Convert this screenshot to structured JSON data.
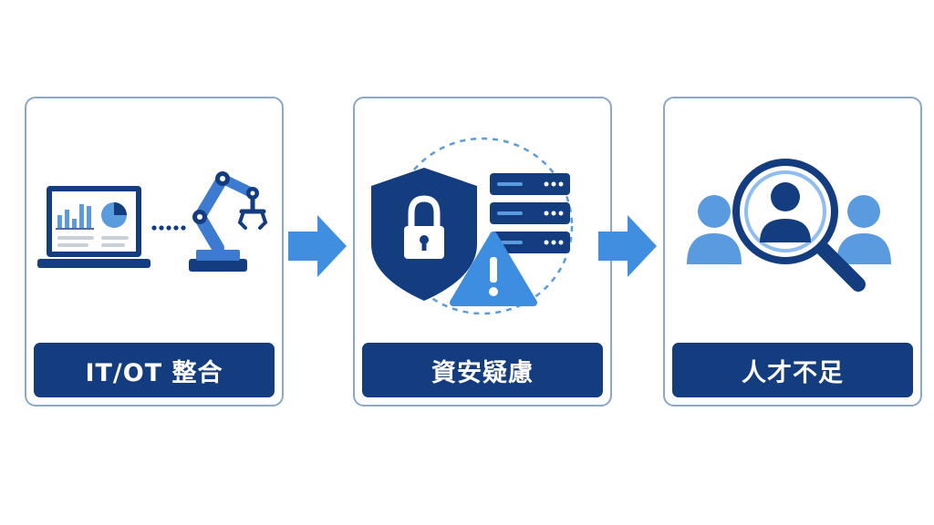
{
  "steps": [
    {
      "label": "IT/OT 整合",
      "icons": [
        "laptop-dashboard-icon",
        "robot-arm-icon"
      ]
    },
    {
      "label": "資安疑慮",
      "icons": [
        "shield-lock-icon",
        "server-rack-icon",
        "warning-icon"
      ]
    },
    {
      "label": "人才不足",
      "icons": [
        "people-icon",
        "magnifier-person-icon"
      ]
    }
  ],
  "colors": {
    "navy": "#143d7f",
    "blue": "#3d7bd0",
    "light_blue": "#5a9be0",
    "border": "#8aa7cf",
    "arrow": "#3f8ee0"
  }
}
